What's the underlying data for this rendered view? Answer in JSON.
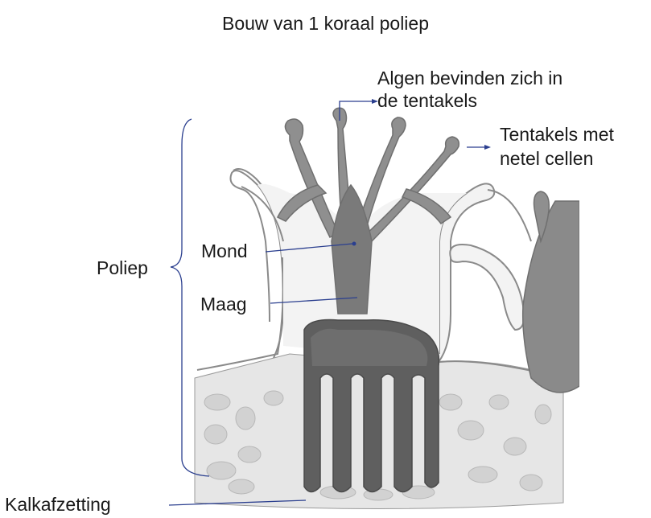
{
  "diagram": {
    "title": "Bouw van 1 koraal poliep",
    "labels": {
      "algae_line1": "Algen bevinden zich in",
      "algae_line2": "de tentakels",
      "tentacles_line1": "Tentakels met",
      "tentacles_line2": "netel cellen",
      "polyp": "Poliep",
      "mouth": "Mond",
      "stomach": "Maag",
      "limestone": "Kalkafzetting"
    },
    "colors": {
      "skeleton_bg": "#e6e6e6",
      "skeleton_cell": "#d0d0d0",
      "polyp_body": "#f3f3f3",
      "tentacle": "#8f8f8f",
      "tentacle_dark": "#6f6f6f",
      "gut": "#5f5f5f",
      "pointer_ink": "#2b3f8f"
    }
  }
}
